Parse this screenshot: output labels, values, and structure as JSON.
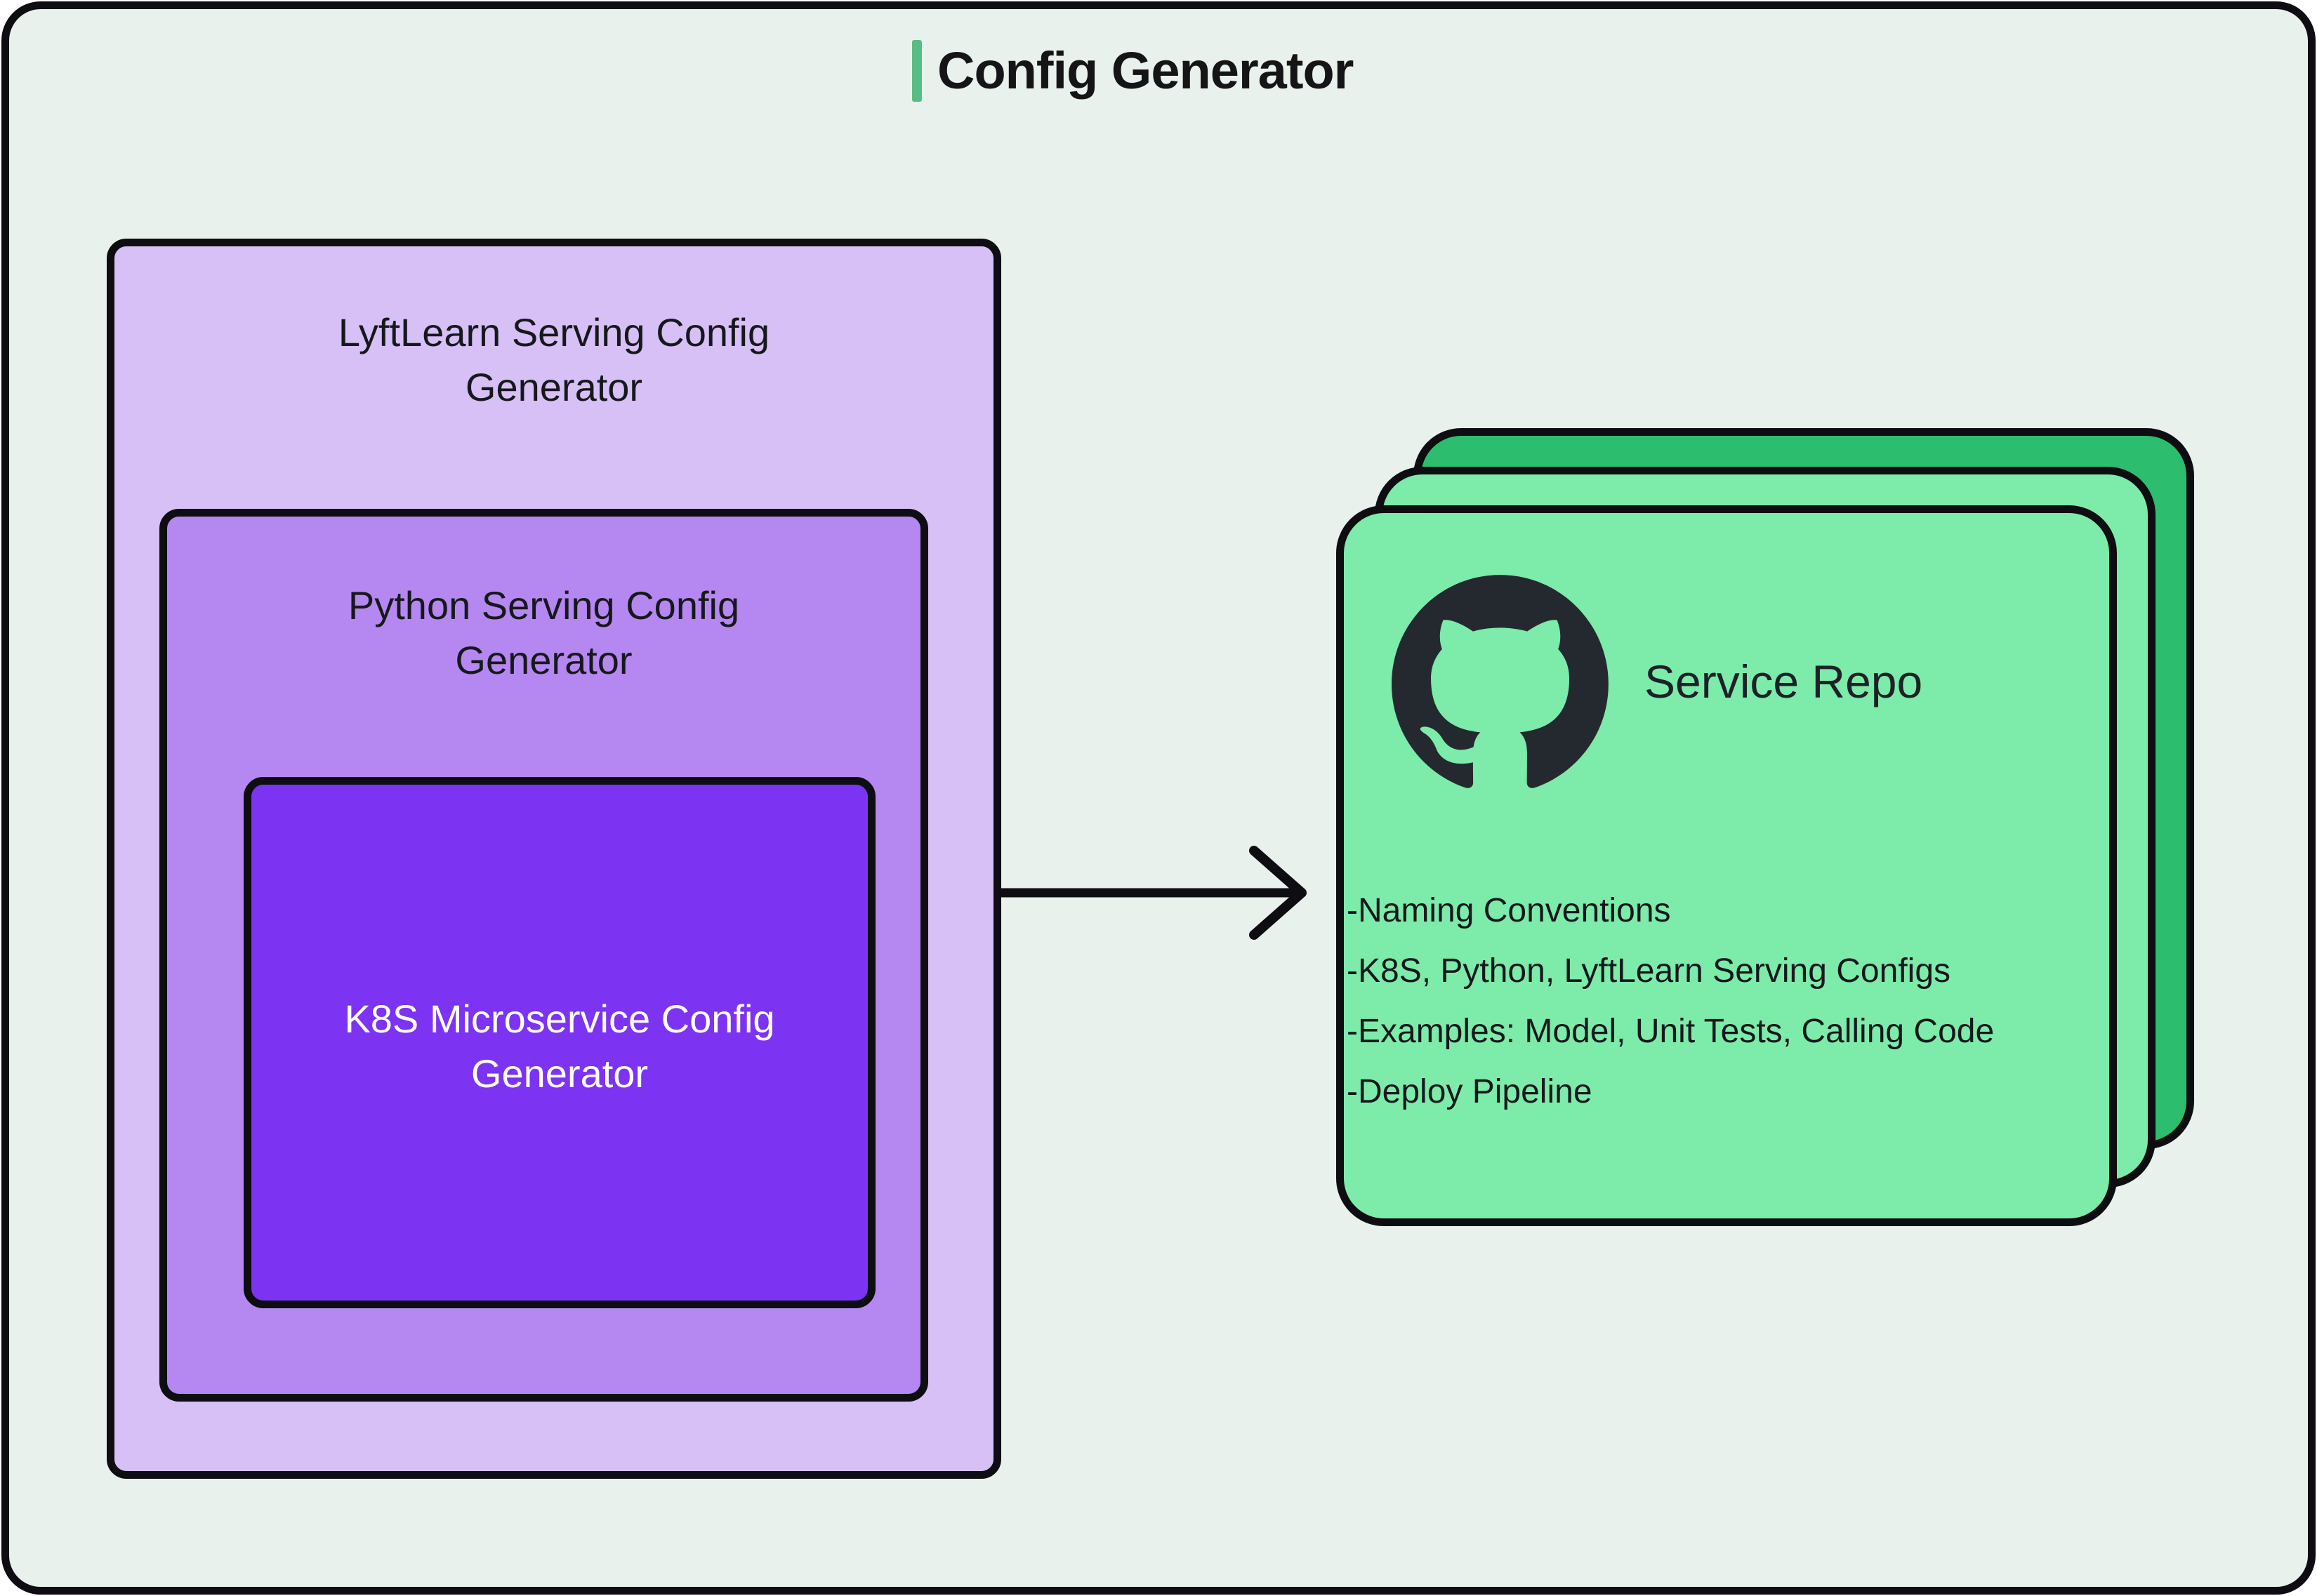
{
  "header": {
    "title": "Config Generator"
  },
  "diagram": {
    "config_generator_stack": {
      "outer_box": {
        "title": "LyftLearn Serving Config Generator"
      },
      "middle_box": {
        "title": "Python Serving Config Generator"
      },
      "inner_box": {
        "title": "K8S Microservice Config Generator"
      }
    },
    "arrow": {
      "direction": "right"
    },
    "service_repo_card": {
      "title": "Service Repo",
      "icon": "github-octocat-icon",
      "stack_count": 3,
      "bullets": [
        "-Naming Conventions",
        "-K8S, Python, LyftLearn Serving Configs",
        "-Examples: Model, Unit Tests, Calling Code",
        "-Deploy Pipeline"
      ]
    }
  },
  "colors": {
    "canvas_background": "#e9f1ed",
    "outline": "#0d0d12",
    "accent_bar": "#57bd84",
    "outer_box_fill": "#d7c0f6",
    "middle_box_fill": "#b488f0",
    "inner_box_fill": "#7c33f2",
    "inner_box_text": "#ffffff",
    "card_front_fill": "#7debaa",
    "card_back_fill": "#2cbd6e",
    "github_icon": "#24292f",
    "text": "#17181c"
  }
}
